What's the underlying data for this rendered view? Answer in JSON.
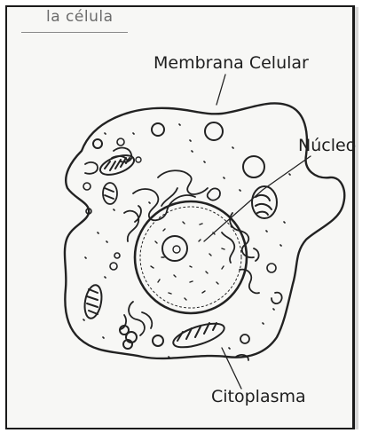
{
  "diagram": {
    "title": "la célula",
    "labels": {
      "membrane": "Membrana Celular",
      "nucleus": "Núcleo",
      "cytoplasm": "Citoplasma"
    }
  }
}
